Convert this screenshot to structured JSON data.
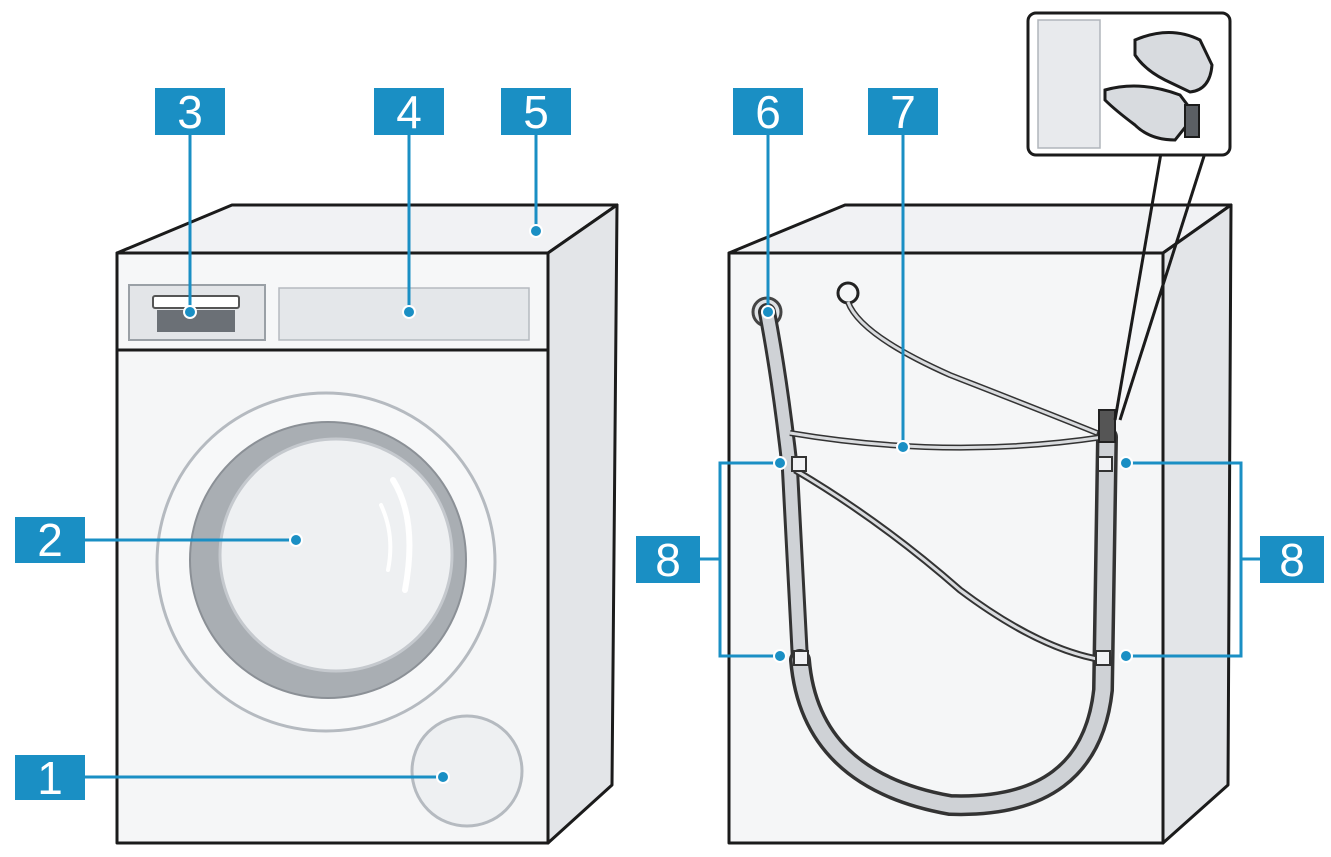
{
  "callouts": {
    "c1": "1",
    "c2": "2",
    "c3": "3",
    "c4": "4",
    "c5": "5",
    "c6": "6",
    "c7": "7",
    "c8_left": "8",
    "c8_right": "8"
  },
  "colors": {
    "badge": "#1a8fc4",
    "machine_fill": "#f3f4f6",
    "machine_side": "#e4e6e9",
    "outline": "#1b1b1b",
    "hose": "#c9ccd1"
  }
}
